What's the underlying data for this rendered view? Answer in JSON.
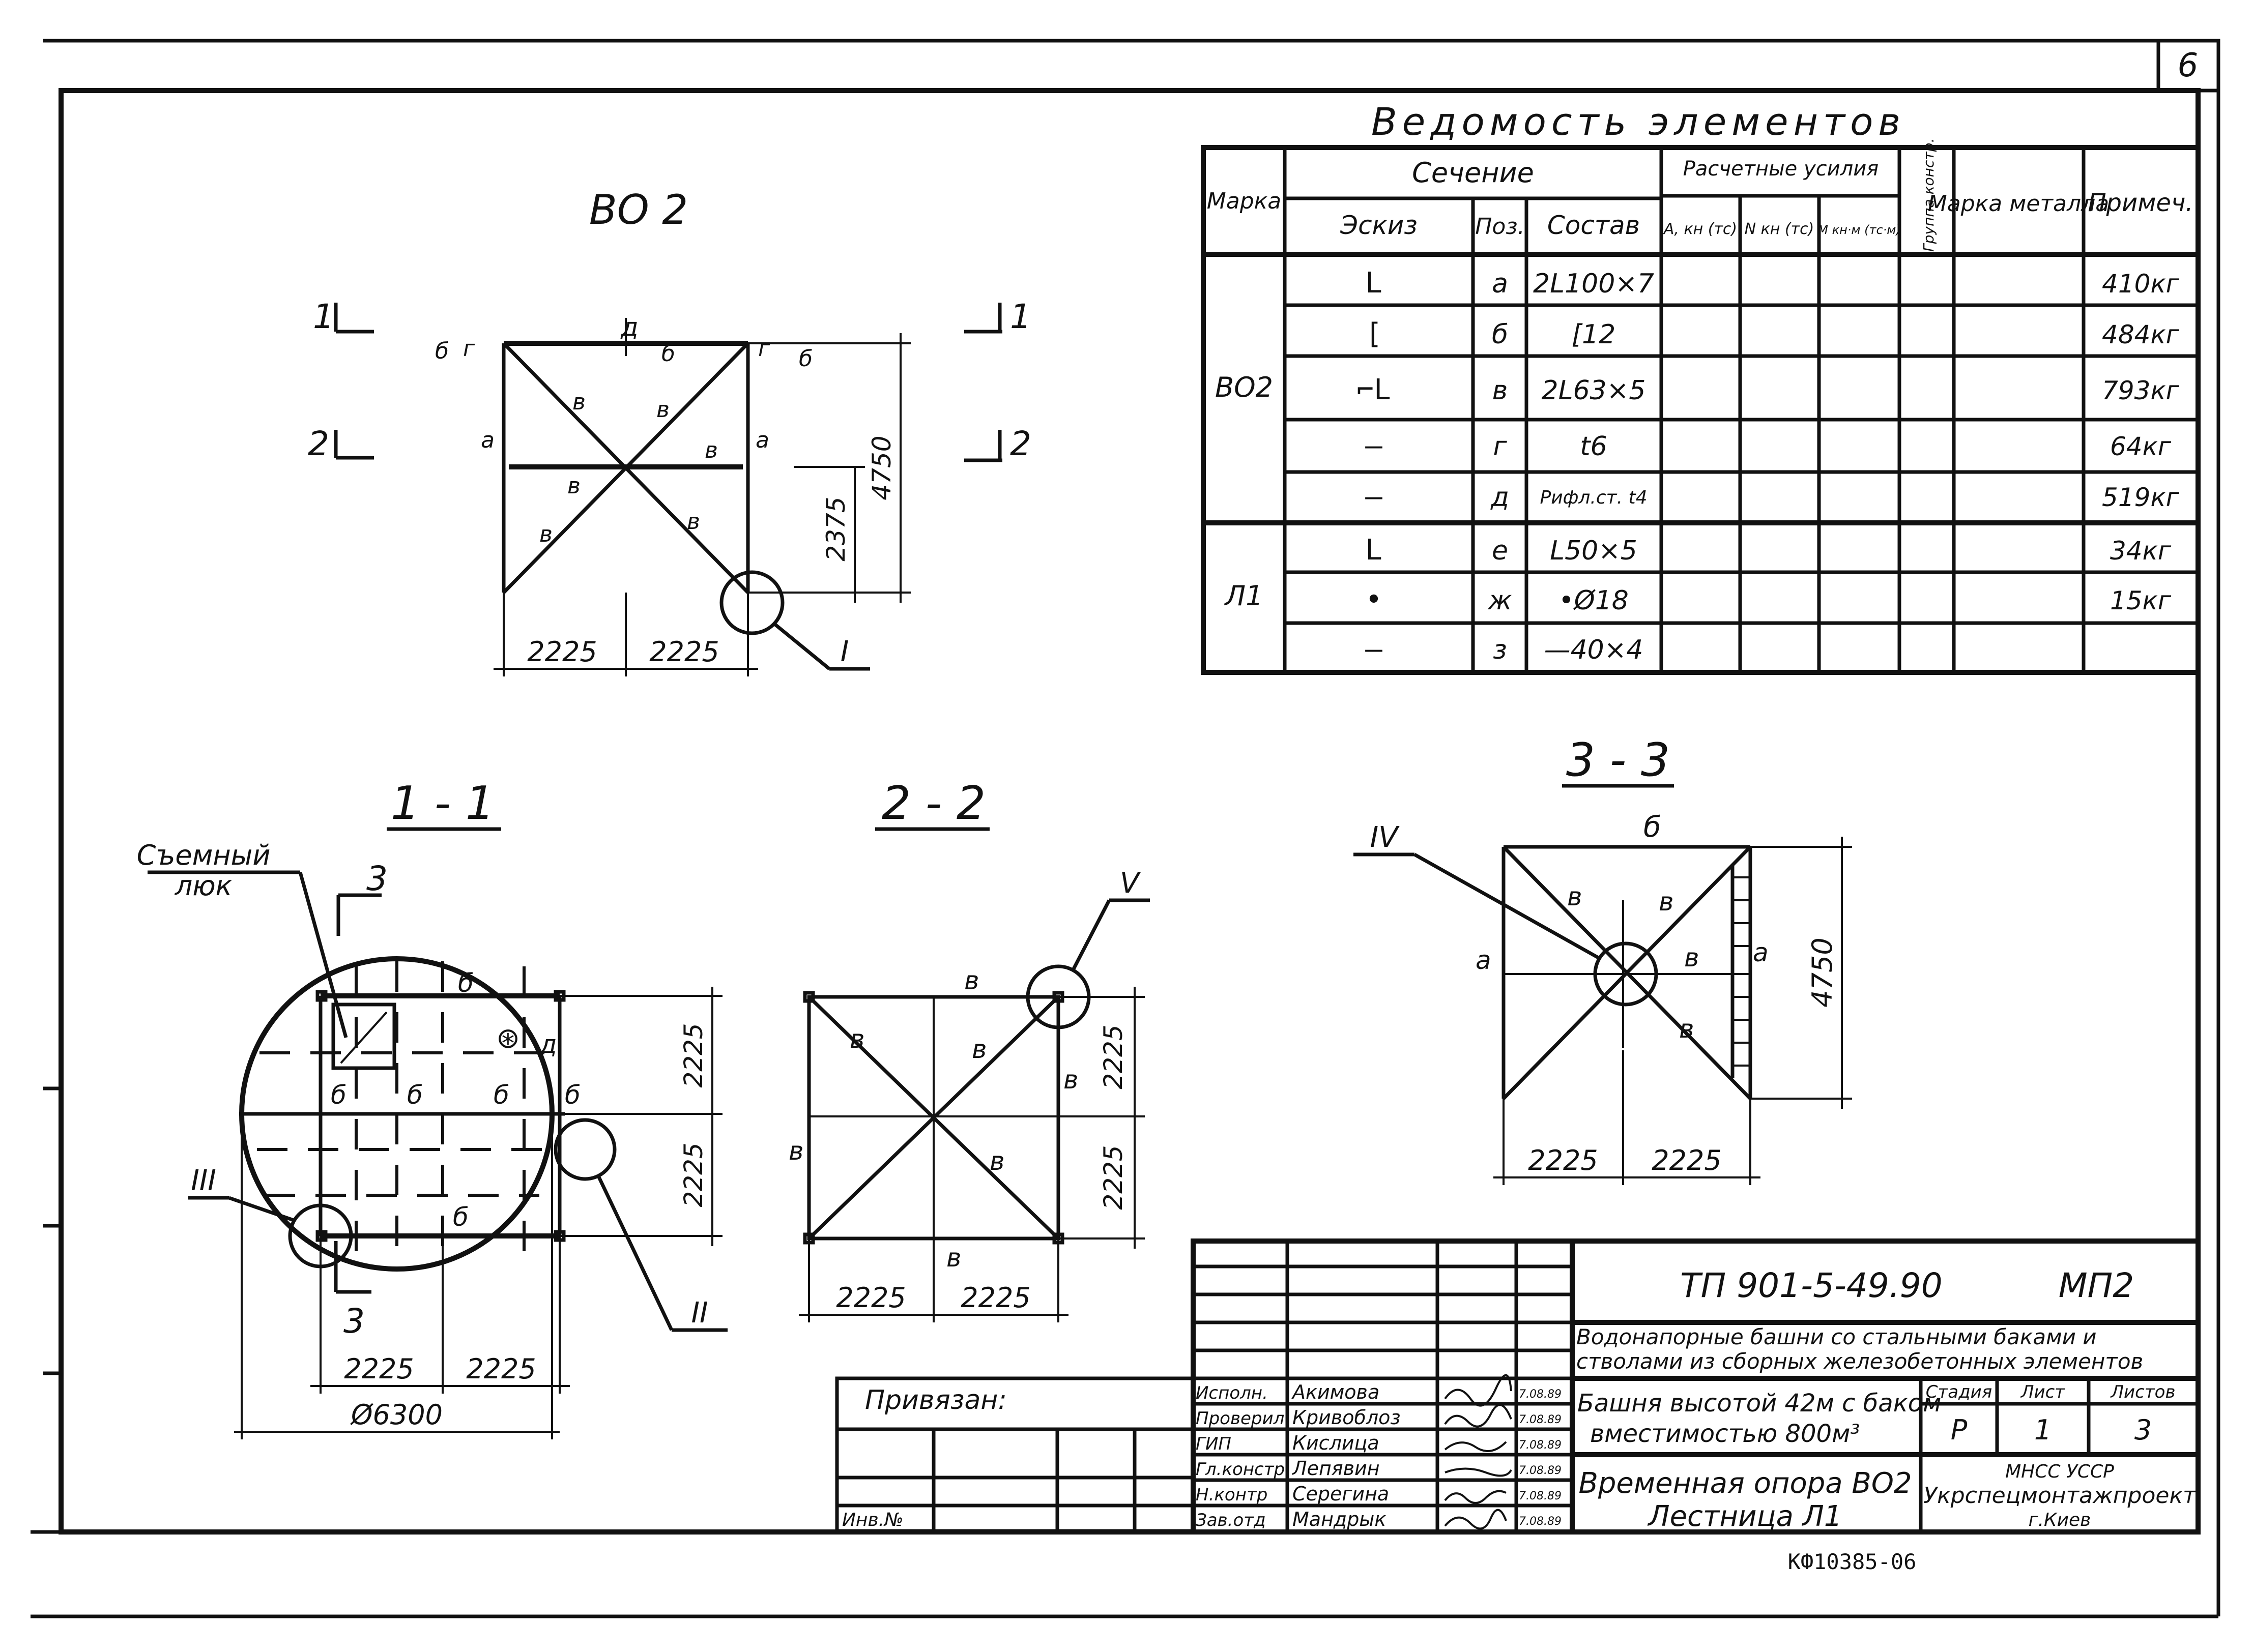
{
  "sheet_number": "6",
  "schedule": {
    "title": "Ведомость элементов",
    "headers": {
      "mark": "Марка",
      "section": "Сечение",
      "sketch": "Эскиз",
      "pos": "Поз.",
      "composition": "Состав",
      "forces": "Расчетные усилия",
      "force_a": "А, кн (тс)",
      "force_n": "N кн (тс)",
      "force_m": "М кн·м (тс·м)",
      "group": "Группа констр.",
      "steel": "Марка металла",
      "note": "Примеч."
    },
    "groups": [
      {
        "mark": "ВО2",
        "rows": [
          {
            "sketch": "L",
            "pos": "а",
            "comp": "2L100×7",
            "note": "410кг"
          },
          {
            "sketch": "[",
            "pos": "б",
            "comp": "[12",
            "note": "484кг"
          },
          {
            "sketch": "⌐L",
            "pos": "в",
            "comp": "2L63×5",
            "note": "793кг"
          },
          {
            "sketch": "—",
            "pos": "г",
            "comp": "t6",
            "note": "64кг"
          },
          {
            "sketch": "—",
            "pos": "д",
            "comp": "Рифл.ст. t4",
            "note": "519кг"
          }
        ]
      },
      {
        "mark": "Л1",
        "rows": [
          {
            "sketch": "L",
            "pos": "е",
            "comp": "L50×5",
            "note": "34кг"
          },
          {
            "sketch": "•",
            "pos": "ж",
            "comp": "•Ø18",
            "note": "15кг"
          },
          {
            "sketch": "—",
            "pos": "з",
            "comp": "—40×4",
            "note": ""
          }
        ]
      }
    ]
  },
  "views": {
    "bo2": {
      "title": "ВО 2",
      "cut1": "1",
      "cut2": "2",
      "labels": {
        "a": "а",
        "b": "б",
        "v": "в",
        "g": "г",
        "d": "д"
      },
      "dim_half_w": "2225",
      "dim_half_w2": "2225",
      "dim_h": "4750",
      "dim_mid": "2375",
      "node": "I"
    },
    "section_1_1": {
      "title": "1 - 1",
      "hatch_label_1": "Съемный",
      "hatch_label_2": "люк",
      "cut3": "3",
      "labels": {
        "b": "б",
        "d": "д"
      },
      "dim_w1": "2225",
      "dim_w2": "2225",
      "dim_h1": "2225",
      "dim_h2": "2225",
      "dim_dia": "Ø6300",
      "node_2": "II",
      "node_3": "III"
    },
    "section_2_2": {
      "title": "2 - 2",
      "labels": {
        "v": "в"
      },
      "dim_w1": "2225",
      "dim_w2": "2225",
      "dim_h1": "2225",
      "dim_h2": "2225",
      "node_5": "V"
    },
    "section_3_3": {
      "title": "3 - 3",
      "labels": {
        "a": "а",
        "b": "б",
        "v": "в"
      },
      "dim_w1": "2225",
      "dim_w2": "2225",
      "dim_h": "4750",
      "node_4": "IV"
    }
  },
  "title_block": {
    "code": "ТП 901-5-49.90",
    "set": "МП2",
    "project_name": "Водонапорные башни со стальными баками и стволами из сборных железобетонных элементов",
    "object_line1": "Башня высотой 42м с баком",
    "object_line2": "вместимостью 800м³",
    "sheet_line1": "Временная опора ВО2",
    "sheet_line2": "Лестница Л1",
    "stage_label": "Стадия",
    "sheet_label": "Лист",
    "sheets_label": "Листов",
    "stage": "Р",
    "sheet": "1",
    "sheets": "3",
    "org1": "МНСС УССР",
    "org2": "Укрспецмонтажпроект",
    "org3": "г.Киев",
    "privyazan": "Привязан:",
    "inv": "Инв.№",
    "roles": [
      "Исполн.",
      "Проверил",
      "ГИП",
      "Гл.констр",
      "Н.контр",
      "Зав.отд"
    ],
    "names": [
      "Акимова",
      "Кривоблоз",
      "Кислица",
      "Лепявин",
      "Серегина",
      "Мандрык"
    ],
    "dates": [
      "7.08.89",
      "7.08.89",
      "7.08.89",
      "7.08.89",
      "7.08.89",
      "7.08.89"
    ],
    "archive": "КФ10385-06"
  }
}
